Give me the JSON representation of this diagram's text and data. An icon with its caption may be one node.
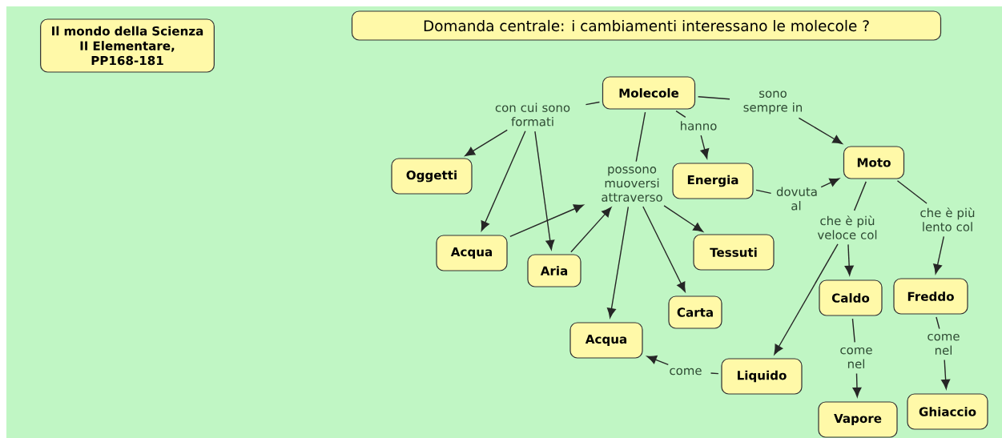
{
  "diagram": {
    "nodes": [
      {
        "text": [
          "Il mondo della Scienza II Elementare, PP168-181"
        ]
      },
      {
        "text": [
          "Domanda centrale: i cambiamenti interessano le molecole ?"
        ]
      },
      {
        "text": [
          "Molecole"
        ]
      },
      {
        "text": [
          "con cui sono formati"
        ]
      },
      {
        "text": [
          "sono sempre in"
        ]
      },
      {
        "text": [
          "hanno"
        ]
      },
      {
        "text": [
          "possono muoversi attraverso"
        ]
      },
      {
        "text": [
          "Oggetti"
        ]
      },
      {
        "text": [
          "Energia"
        ]
      },
      {
        "text": [
          "Moto"
        ]
      },
      {
        "text": [
          "dovuta al"
        ]
      },
      {
        "text": [
          "che è più veloce col"
        ]
      },
      {
        "text": [
          "che è più lento col"
        ]
      },
      {
        "text": [
          "Acqua"
        ]
      },
      {
        "text": [
          "Aria"
        ]
      },
      {
        "text": [
          "Tessuti"
        ]
      },
      {
        "text": [
          "Carta"
        ]
      },
      {
        "text": [
          "Caldo"
        ]
      },
      {
        "text": [
          "Freddo"
        ]
      },
      {
        "text": [
          "Acqua"
        ]
      },
      {
        "text": [
          "Liquido"
        ]
      },
      {
        "text": [
          "come"
        ]
      },
      {
        "text": [
          "come nel"
        ]
      },
      {
        "text": [
          "come nel"
        ]
      },
      {
        "text": [
          "Vapore"
        ]
      },
      {
        "text": [
          "Ghiaccio"
        ]
      }
    ],
    "edges": [
      {
        "from": 2,
        "to": 3,
        "arrow": "none"
      },
      {
        "from": 3,
        "to": 7,
        "arrow": "to"
      },
      {
        "from": 3,
        "to": 13,
        "arrow": "to"
      },
      {
        "from": 3,
        "to": 14,
        "arrow": "to"
      },
      {
        "from": 2,
        "to": 6,
        "arrow": "none"
      },
      {
        "from": 6,
        "to": 15,
        "arrow": "to"
      },
      {
        "from": 6,
        "to": 16,
        "arrow": "to"
      },
      {
        "from": 6,
        "to": 19,
        "arrow": "to"
      },
      {
        "from": 13,
        "to": 6,
        "arrow": "to"
      },
      {
        "from": 14,
        "to": 6,
        "arrow": "to"
      },
      {
        "from": 2,
        "to": 5,
        "arrow": "none"
      },
      {
        "from": 5,
        "to": 8,
        "arrow": "to"
      },
      {
        "from": 2,
        "to": 4,
        "arrow": "none"
      },
      {
        "from": 4,
        "to": 9,
        "arrow": "to"
      },
      {
        "from": 8,
        "to": 10,
        "arrow": "none"
      },
      {
        "from": 10,
        "to": 9,
        "arrow": "to"
      },
      {
        "from": 9,
        "to": 11,
        "arrow": "none"
      },
      {
        "from": 11,
        "to": 17,
        "arrow": "to"
      },
      {
        "from": 11,
        "to": 20,
        "arrow": "to"
      },
      {
        "from": 9,
        "to": 12,
        "arrow": "none"
      },
      {
        "from": 12,
        "to": 18,
        "arrow": "to"
      },
      {
        "from": 20,
        "to": 21,
        "arrow": "none"
      },
      {
        "from": 21,
        "to": 19,
        "arrow": "to"
      },
      {
        "from": 17,
        "to": 22,
        "arrow": "none"
      },
      {
        "from": 22,
        "to": 24,
        "arrow": "to"
      },
      {
        "from": 18,
        "to": 23,
        "arrow": "none"
      },
      {
        "from": 23,
        "to": 25,
        "arrow": "to"
      }
    ]
  }
}
